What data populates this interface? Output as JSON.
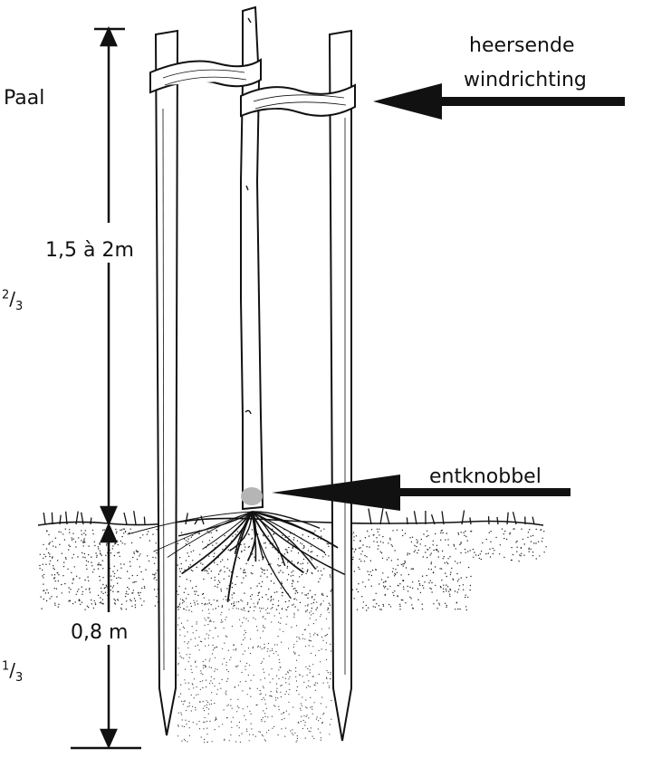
{
  "labels": {
    "pole": "Paal",
    "prevailing_wind_line1": "heersende",
    "prevailing_wind_line2": "windrichting",
    "height_above": "1,5 à 2m",
    "depth_below": "0,8 m",
    "graft_union": "entknobbel",
    "two_thirds_num": "2",
    "two_thirds_den": "3",
    "one_third_num": "1",
    "one_third_den": "3"
  },
  "colors": {
    "ink": "#111111",
    "graft_spot": "#b5b5b5"
  }
}
